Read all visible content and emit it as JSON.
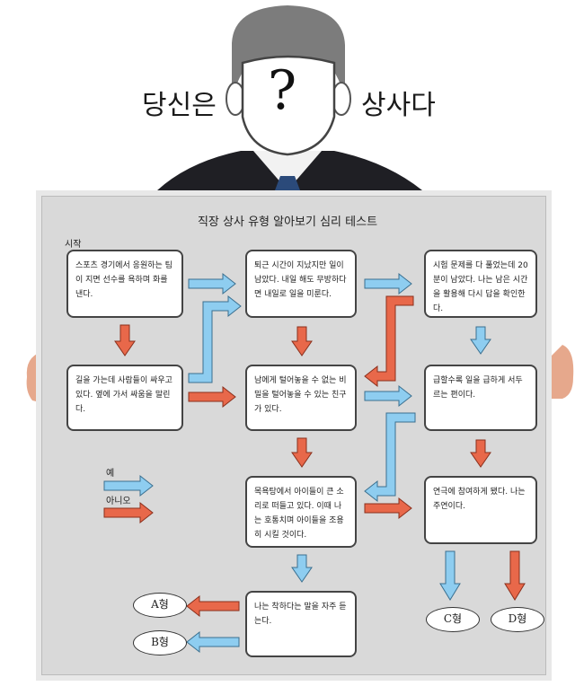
{
  "header": {
    "left_word": "당신은",
    "question_mark": "?",
    "right_word": "상사다"
  },
  "board": {
    "title": "직장 상사 유형 알아보기 심리 테스트",
    "start_label": "시작",
    "legend": {
      "yes": "예",
      "no": "아니오"
    },
    "colors": {
      "yes_arrow": "#8ecdf0",
      "no_arrow": "#e8684a",
      "board": "#d9d9d9"
    }
  },
  "boxes": {
    "q1": "스포츠 경기에서 응원하는 팀이 지면 선수를 욕하며 화를 낸다.",
    "q2": "퇴근 시간이 지났지만 일이 남았다. 내일 해도 무방하다면 내일로 일을 미룬다.",
    "q3": "시험 문제를 다 풀었는데 20분이 남았다. 나는 남은 시간을 활용해 다시 답을 확인한다.",
    "q4": "길을 가는데 사람들이 싸우고 있다. 옆에 가서 싸움을 말린다.",
    "q5": "남에게 털어놓을 수 없는 비밀을 털어놓을 수 있는 친구가 있다.",
    "q6": "급할수록 일을 급하게 서두르는 편이다.",
    "q7": "목욕탕에서 아이들이 큰 소리로 떠들고 있다. 이때 나는 호통치며 아이들을 조용히 시킬 것이다.",
    "q8": "연극에 참여하게 됐다. 나는 주연이다.",
    "q9": "나는 착하다는 말을 자주 듣는다."
  },
  "results": {
    "a": "A형",
    "b": "B형",
    "c": "C형",
    "d": "D형"
  }
}
